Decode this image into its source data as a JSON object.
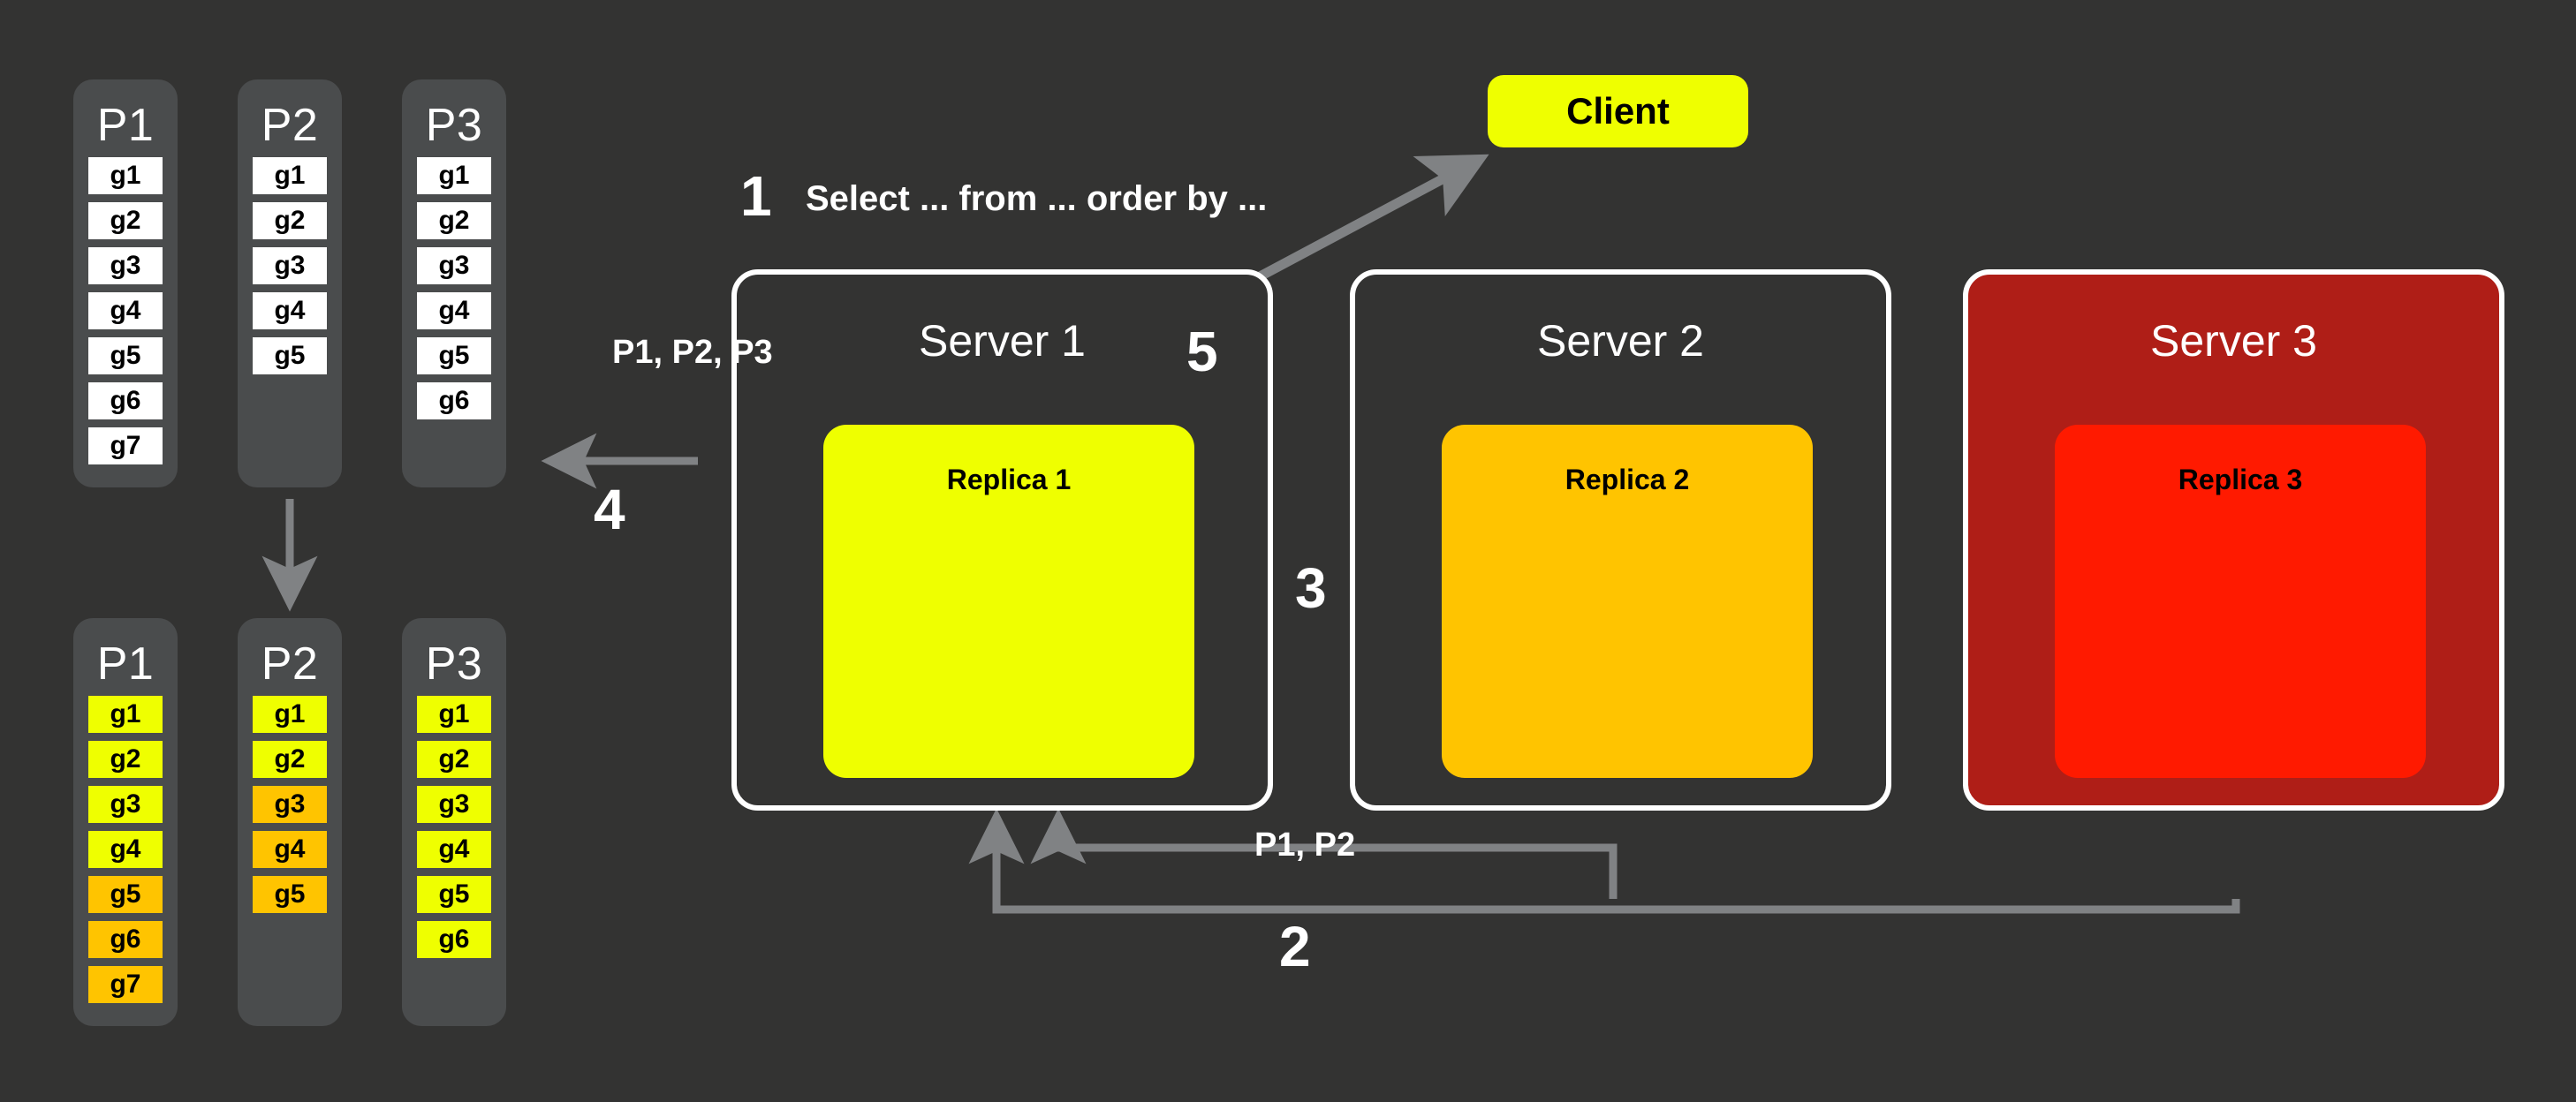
{
  "diagram": {
    "title": "Distributed query routing with replica failover",
    "background_color": "#333332",
    "colors": {
      "panel_gray": "#4A4C4D",
      "cell_white": "#FFFFFF",
      "cell_yellow": "#EFFF00",
      "cell_orange": "#FFC400",
      "replica_yellow": "#EFFF00",
      "replica_orange": "#FFC400",
      "replica_red": "#FF1A00",
      "server_failed_bg": "#AF1E17",
      "arrow_gray": "#808284",
      "text_white": "#FFFFFF",
      "text_black": "#000000"
    }
  },
  "partitions_top": [
    {
      "name": "P1",
      "cells": [
        {
          "label": "g1",
          "color": "white"
        },
        {
          "label": "g2",
          "color": "white"
        },
        {
          "label": "g3",
          "color": "white"
        },
        {
          "label": "g4",
          "color": "white"
        },
        {
          "label": "g5",
          "color": "white"
        },
        {
          "label": "g6",
          "color": "white"
        },
        {
          "label": "g7",
          "color": "white"
        }
      ]
    },
    {
      "name": "P2",
      "cells": [
        {
          "label": "g1",
          "color": "white"
        },
        {
          "label": "g2",
          "color": "white"
        },
        {
          "label": "g3",
          "color": "white"
        },
        {
          "label": "g4",
          "color": "white"
        },
        {
          "label": "g5",
          "color": "white"
        }
      ]
    },
    {
      "name": "P3",
      "cells": [
        {
          "label": "g1",
          "color": "white"
        },
        {
          "label": "g2",
          "color": "white"
        },
        {
          "label": "g3",
          "color": "white"
        },
        {
          "label": "g4",
          "color": "white"
        },
        {
          "label": "g5",
          "color": "white"
        },
        {
          "label": "g6",
          "color": "white"
        }
      ]
    }
  ],
  "partitions_bottom": [
    {
      "name": "P1",
      "cells": [
        {
          "label": "g1",
          "color": "yellow"
        },
        {
          "label": "g2",
          "color": "yellow"
        },
        {
          "label": "g3",
          "color": "yellow"
        },
        {
          "label": "g4",
          "color": "yellow"
        },
        {
          "label": "g5",
          "color": "orange"
        },
        {
          "label": "g6",
          "color": "orange"
        },
        {
          "label": "g7",
          "color": "orange"
        }
      ]
    },
    {
      "name": "P2",
      "cells": [
        {
          "label": "g1",
          "color": "yellow"
        },
        {
          "label": "g2",
          "color": "yellow"
        },
        {
          "label": "g3",
          "color": "orange"
        },
        {
          "label": "g4",
          "color": "orange"
        },
        {
          "label": "g5",
          "color": "orange"
        }
      ]
    },
    {
      "name": "P3",
      "cells": [
        {
          "label": "g1",
          "color": "yellow"
        },
        {
          "label": "g2",
          "color": "yellow"
        },
        {
          "label": "g3",
          "color": "yellow"
        },
        {
          "label": "g4",
          "color": "yellow"
        },
        {
          "label": "g5",
          "color": "yellow"
        },
        {
          "label": "g6",
          "color": "yellow"
        }
      ]
    }
  ],
  "client": {
    "label": "Client"
  },
  "servers": [
    {
      "title": "Server 1",
      "replica": "Replica 1",
      "state": "healthy"
    },
    {
      "title": "Server 2",
      "replica": "Replica 2",
      "state": "healthy"
    },
    {
      "title": "Server 3",
      "replica": "Replica 3",
      "state": "failed"
    }
  ],
  "steps": {
    "one": "1",
    "two": "2",
    "three": "3",
    "four": "4",
    "five": "5"
  },
  "labels": {
    "query": "Select ... from ... order by ...",
    "partitions_all": "P1, P2, P3",
    "partitions_p1p2": "P1, P2"
  }
}
